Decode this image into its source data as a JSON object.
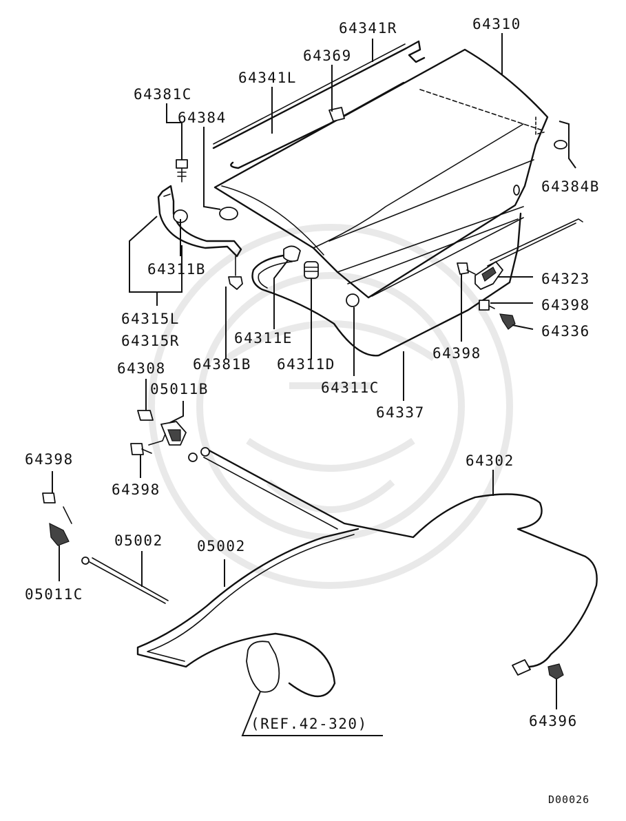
{
  "labels": {
    "p64341R": "64341R",
    "p64310": "64310",
    "p64369": "64369",
    "p64341L": "64341L",
    "p64381C": "64381C",
    "p64384": "64384",
    "p64384B": "64384B",
    "p64311B": "64311B",
    "p64323": "64323",
    "p64398a": "64398",
    "p64336": "64336",
    "p64315L": "64315L",
    "p64315R": "64315R",
    "p64311E": "64311E",
    "p64381B": "64381B",
    "p64311D": "64311D",
    "p64398b": "64398",
    "p64308": "64308",
    "p05011B": "05011B",
    "p64311C": "64311C",
    "p64337": "64337",
    "p64302": "64302",
    "p64398c": "64398",
    "p64398d": "64398",
    "p05002a": "05002",
    "p05002b": "05002",
    "p05011C": "05011C",
    "p64396": "64396",
    "ref": "(REF.42-320)"
  },
  "code": "D00026"
}
